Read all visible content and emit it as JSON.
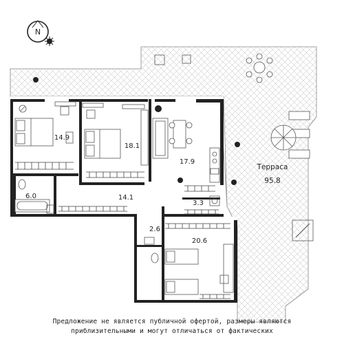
{
  "compass": {
    "label": "N"
  },
  "rooms": [
    {
      "id": "bedroom-1",
      "area": "14.9"
    },
    {
      "id": "bedroom-2",
      "area": "18.1"
    },
    {
      "id": "kitchen-living",
      "area": "17.9"
    },
    {
      "id": "bathroom-1",
      "area": "6.0"
    },
    {
      "id": "hallway",
      "area": "14.1"
    },
    {
      "id": "storage",
      "area": "3.3"
    },
    {
      "id": "wc",
      "area": "2.6"
    },
    {
      "id": "bedroom-3",
      "area": "20.6"
    }
  ],
  "terrace": {
    "name": "Терраса",
    "area": "95.8"
  },
  "disclaimer": {
    "line1": "Предложение не является публичной офертой, размеры являются",
    "line2": "приблизительными и могут отличаться от фактических"
  },
  "colors": {
    "wall": "#222222",
    "hatch": "#c8c8c8",
    "furniture": "#555555"
  }
}
